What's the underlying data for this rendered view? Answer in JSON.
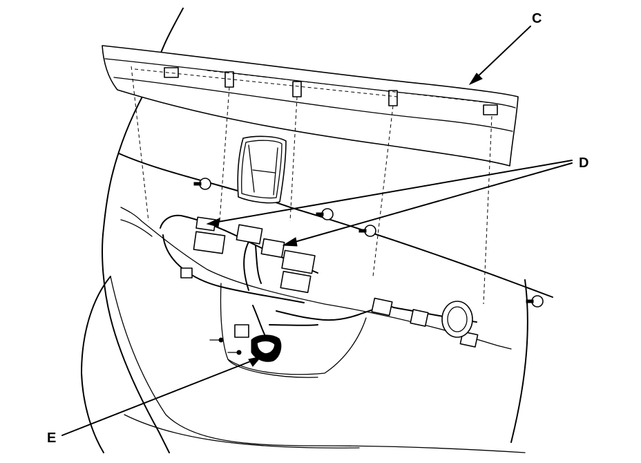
{
  "callouts": {
    "c": "C",
    "d": "D",
    "e": "E"
  }
}
